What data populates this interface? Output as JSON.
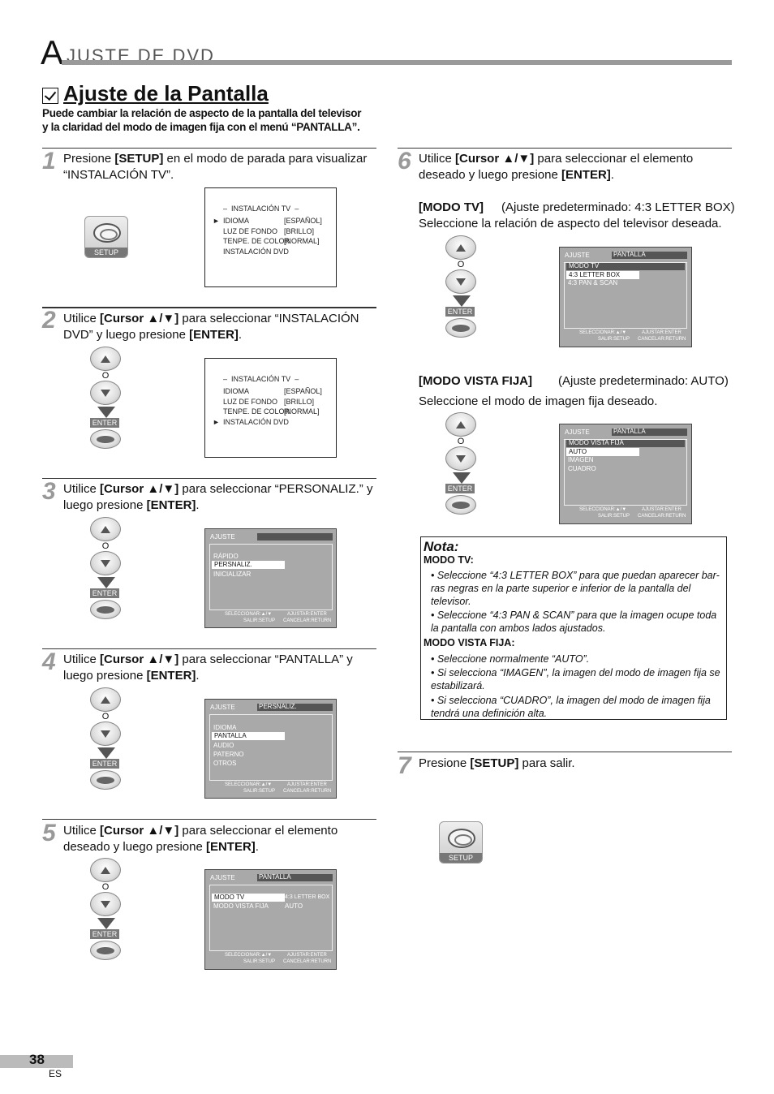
{
  "header": {
    "big_letter": "A",
    "rest": "JUSTE DE DVD"
  },
  "section": {
    "title": "Ajuste de la Pantalla",
    "intro": "Puede cambiar la relación de aspecto de la pantalla del televisor y la claridad del modo de imagen fija con el menú “PANTALLA”."
  },
  "steps": {
    "s1": {
      "num": "1",
      "a": "Presione ",
      "b": "[SETUP]",
      "c": " en el modo de parada para visualizar “INSTALACIÓN TV”."
    },
    "s2": {
      "num": "2",
      "a": "Utilice ",
      "b": "[Cursor ▲/▼]",
      "c": " para seleccionar “INSTALACIÓN DVD” y luego presione ",
      "d": "[ENTER]",
      "e": "."
    },
    "s3": {
      "num": "3",
      "a": "Utilice ",
      "b": "[Cursor ▲/▼]",
      "c": " para seleccionar “PERSONALIZ.” y luego presione ",
      "d": "[ENTER]",
      "e": "."
    },
    "s4": {
      "num": "4",
      "a": "Utilice ",
      "b": "[Cursor ▲/▼]",
      "c": " para seleccionar “PANTALLA” y luego presione ",
      "d": "[ENTER]",
      "e": "."
    },
    "s5": {
      "num": "5",
      "a": "Utilice ",
      "b": "[Cursor ▲/▼]",
      "c": " para seleccionar el elemento deseado y luego presione ",
      "d": "[ENTER]",
      "e": "."
    },
    "s6": {
      "num": "6",
      "a": "Utilice  ",
      "b": "[Cursor ▲/▼]",
      "c": " para seleccionar el elemento deseado y luego presione ",
      "d": "[ENTER]",
      "e": "."
    },
    "s7": {
      "num": "7",
      "a": "Presione ",
      "b": "[SETUP]",
      "c": " para salir."
    }
  },
  "modo_tv": {
    "label": "[MODO TV]",
    "default": "(Ajuste predeterminado: 4:3 LETTER BOX)",
    "desc": "Seleccione la relación de aspecto del televisor deseada."
  },
  "modo_vista": {
    "label": "[MODO VISTA FIJA]",
    "default": "(Ajuste predeterminado: AUTO)",
    "desc": "Seleccione el modo de imagen fija deseado."
  },
  "remote": {
    "o": "O",
    "enter": "ENTER",
    "setup": "SETUP"
  },
  "osd_tv": {
    "title": "–  INSTALACIÓN TV  –",
    "rows": [
      [
        "IDIOMA",
        "[ESPAÑOL]"
      ],
      [
        "LUZ DE FONDO",
        "[BRILLO]"
      ],
      [
        "TENPE. DE COLOR",
        "[NORMAL]"
      ],
      [
        "INSTALACIÓN DVD",
        ""
      ]
    ],
    "cursor": "►"
  },
  "osd_common": {
    "ajuste": "AJUSTE",
    "sel": "SELECCIONAR:▲/▼",
    "ajustar": "AJUSTAR:ENTER",
    "salir": "SALIR:SETUP",
    "cancelar": "CANCELAR:RETURN"
  },
  "osd3": {
    "items": [
      "RÁPIDO",
      "PERSNALIZ.",
      "INICIALIZAR"
    ]
  },
  "osd4": {
    "tab": "PERSNALIZ.",
    "items": [
      "IDIOMA",
      "PANTALLA",
      "AUDIO",
      "PATERNO",
      "OTROS"
    ]
  },
  "osd5": {
    "tab": "PANTALLA",
    "r1": [
      "MODO TV",
      "4:3 LETTER BOX"
    ],
    "r2": [
      "MODO VISTA FIJA",
      "AUTO"
    ]
  },
  "osd6a": {
    "tab": "PANTALLA",
    "head": "MODO TV",
    "items": [
      "4:3 LETTER BOX",
      "4:3 PAN & SCAN"
    ]
  },
  "osd6b": {
    "tab": "PANTALLA",
    "head": "MODO VISTA FIJA",
    "items": [
      "AUTO",
      "IMAGEN",
      "CUADRO"
    ]
  },
  "nota": {
    "title": "Nota:",
    "h1": "MODO TV:",
    "b1": "• Seleccione “4:3 LETTER BOX” para que puedan aparecer bar-ras negras en la parte superior e inferior de la pantalla del televisor.",
    "b2": "• Seleccione “4:3 PAN & SCAN” para que la imagen ocupe toda la pantalla con ambos lados ajustados.",
    "h2": "MODO VISTA FIJA:",
    "b3": "• Seleccione normalmente “AUTO”.",
    "b4": "• Si selecciona “IMAGEN”, la imagen del modo de imagen fija se estabilizará.",
    "b5": "• Si selecciona “CUADRO”, la imagen del modo de imagen fija tendrá una definición alta."
  },
  "page": {
    "num": "38",
    "lang": "ES"
  }
}
